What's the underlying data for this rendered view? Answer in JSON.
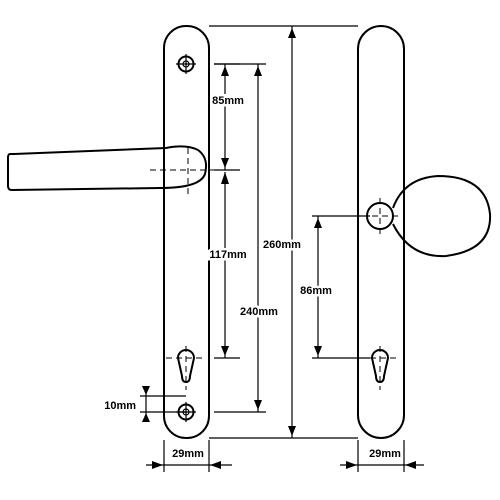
{
  "dimensions": {
    "upper_spindle": "85mm",
    "spindle_to_cylinder": "117mm",
    "fixing_centres": "240mm",
    "overall_length": "260mm",
    "knob_to_cylinder": "86mm",
    "fixing_hole_offset": "10mm",
    "left_plate_width": "29mm",
    "right_plate_width": "29mm"
  }
}
